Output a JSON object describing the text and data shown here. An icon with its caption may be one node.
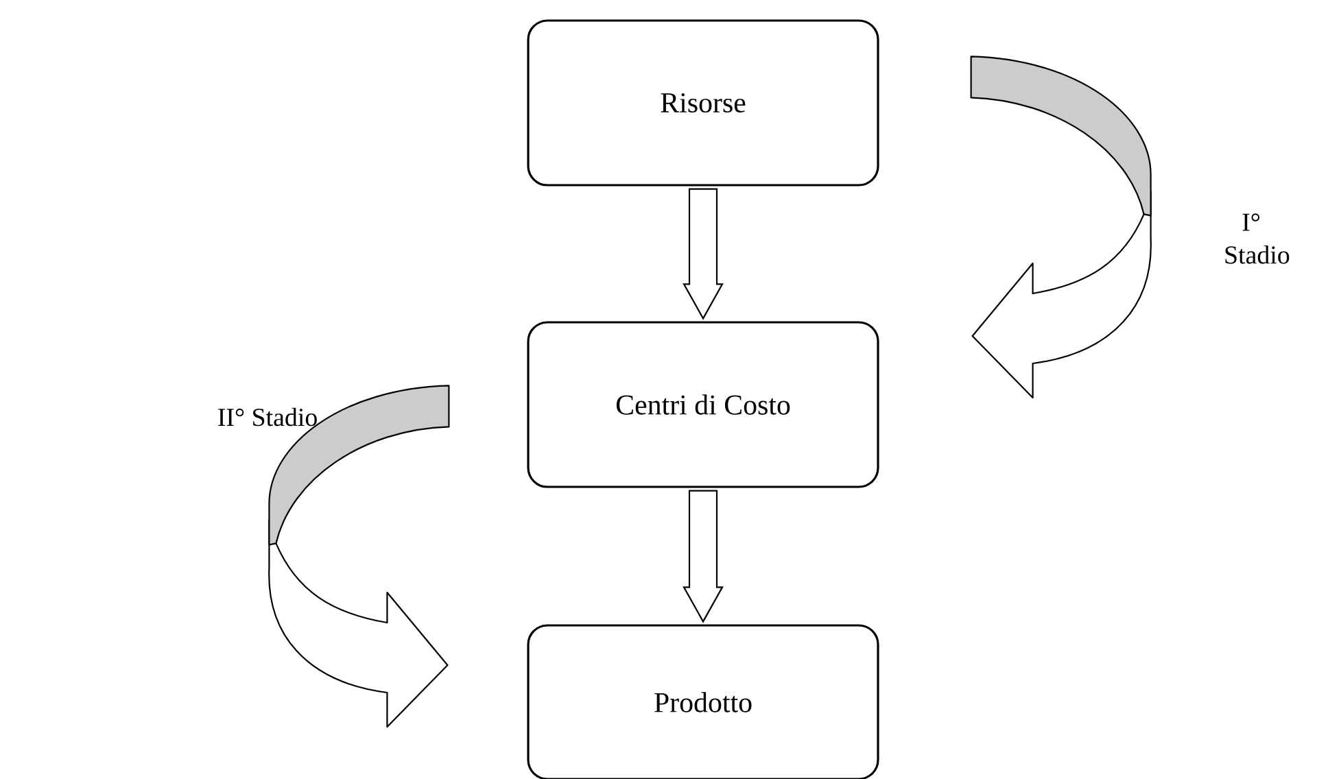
{
  "diagram": {
    "nodes": [
      {
        "text": [
          "Risorse"
        ]
      },
      {
        "text": [
          "Centri di Costo"
        ]
      },
      {
        "text": [
          "Prodotto"
        ]
      }
    ],
    "edges": [
      {
        "from": 0,
        "to": 1,
        "arrow": "to"
      },
      {
        "from": 1,
        "to": 2,
        "arrow": "to"
      },
      {
        "from": 0,
        "to": 1,
        "arrow": "to"
      },
      {
        "from": 1,
        "to": 2,
        "arrow": "to"
      }
    ],
    "labels": [
      "I° Stadio",
      "II° Stadio"
    ]
  }
}
